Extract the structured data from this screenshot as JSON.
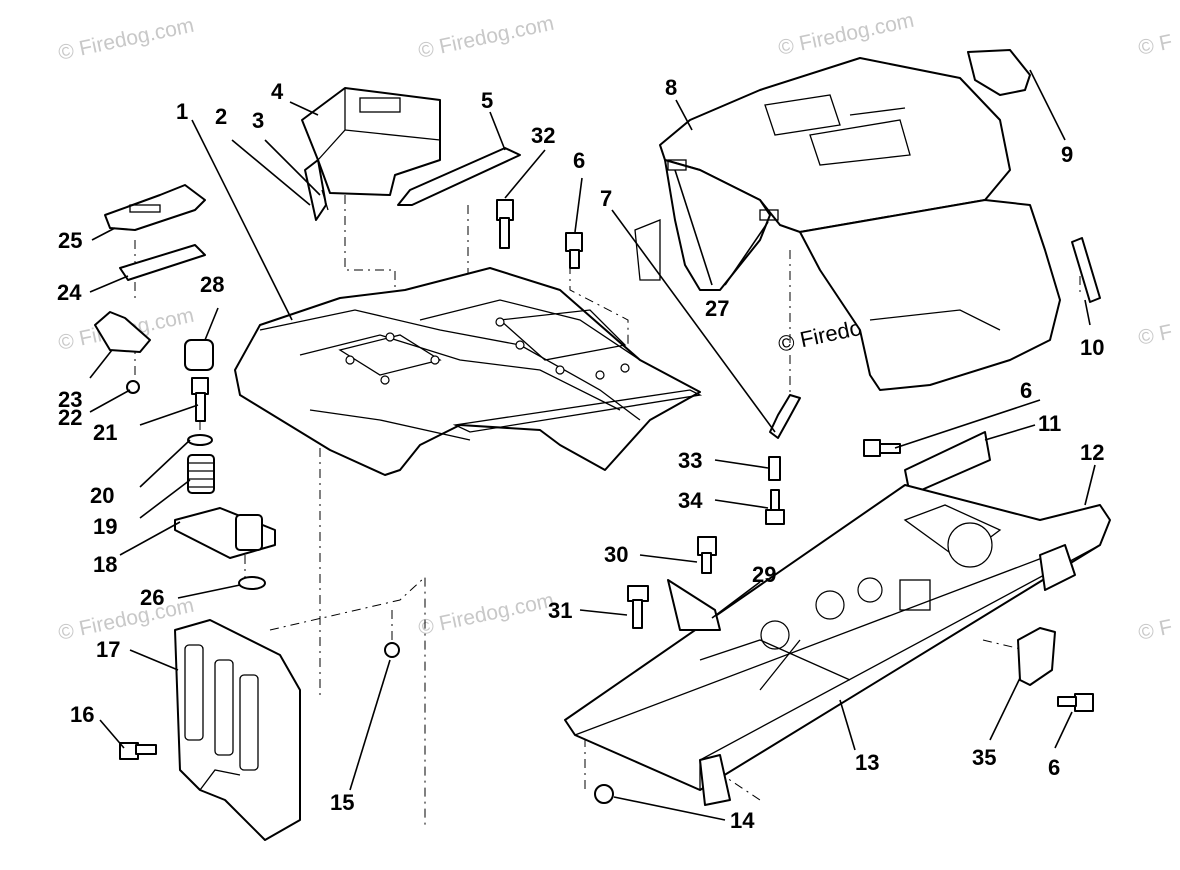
{
  "watermarks": {
    "faint": "© Firedog.com",
    "faint_clipped": "© F",
    "main": "© Firedog.com"
  },
  "labels": [
    "1",
    "2",
    "3",
    "4",
    "5",
    "6",
    "7",
    "8",
    "9",
    "10",
    "11",
    "12",
    "13",
    "14",
    "15",
    "16",
    "17",
    "18",
    "19",
    "20",
    "21",
    "22",
    "23",
    "24",
    "25",
    "26",
    "27",
    "28",
    "29",
    "30",
    "31",
    "32",
    "33",
    "34",
    "35"
  ],
  "colors": {
    "ink": "#000000",
    "paper": "#ffffff",
    "watermark": "#c8c8c8"
  }
}
